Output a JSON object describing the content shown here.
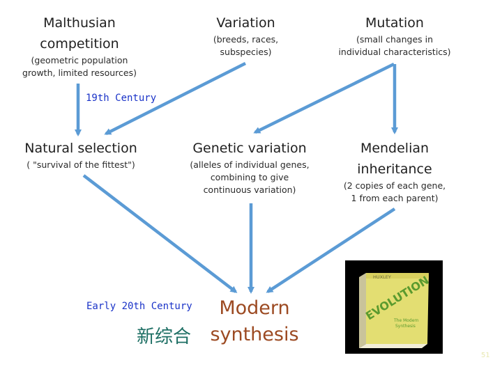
{
  "nodes": {
    "malthusian": {
      "title_line1": "Malthusian",
      "title_line2": "competition",
      "sub_line1": "(geometric population",
      "sub_line2": "growth, limited resources)"
    },
    "variation": {
      "title": "Variation",
      "sub_line1": "(breeds, races,",
      "sub_line2": "subspecies)"
    },
    "mutation": {
      "title": "Mutation",
      "sub_line1": "(small changes in",
      "sub_line2": "individual characteristics)"
    },
    "natural_selection": {
      "title": "Natural selection",
      "sub": "( \"survival of the fittest\")"
    },
    "genetic_variation": {
      "title": "Genetic variation",
      "sub_line1": "(alleles of individual genes,",
      "sub_line2": "combining to give",
      "sub_line3": "continuous variation)"
    },
    "mendelian": {
      "title_line1": "Mendelian",
      "title_line2": "inheritance",
      "sub_line1": "(2 copies of each gene,",
      "sub_line2": "1 from each parent)"
    },
    "modern_synthesis": {
      "title_line1": "Modern",
      "title_line2": "synthesis"
    }
  },
  "labels": {
    "century_19": "19th Century",
    "century_20": "Early 20th Century",
    "chinese": "新综合"
  },
  "book": {
    "author": "HUXLEY",
    "title": "EVOLUTION",
    "subtitle_line1": "The Modern",
    "subtitle_line2": "Synthesis"
  },
  "page_number": "51",
  "colors": {
    "arrow": "#5b9bd5",
    "century_label": "#1a33c8",
    "modern_synthesis": "#9c4a22",
    "chinese_label": "#1c6e63",
    "book_cover": "#e3de72"
  }
}
